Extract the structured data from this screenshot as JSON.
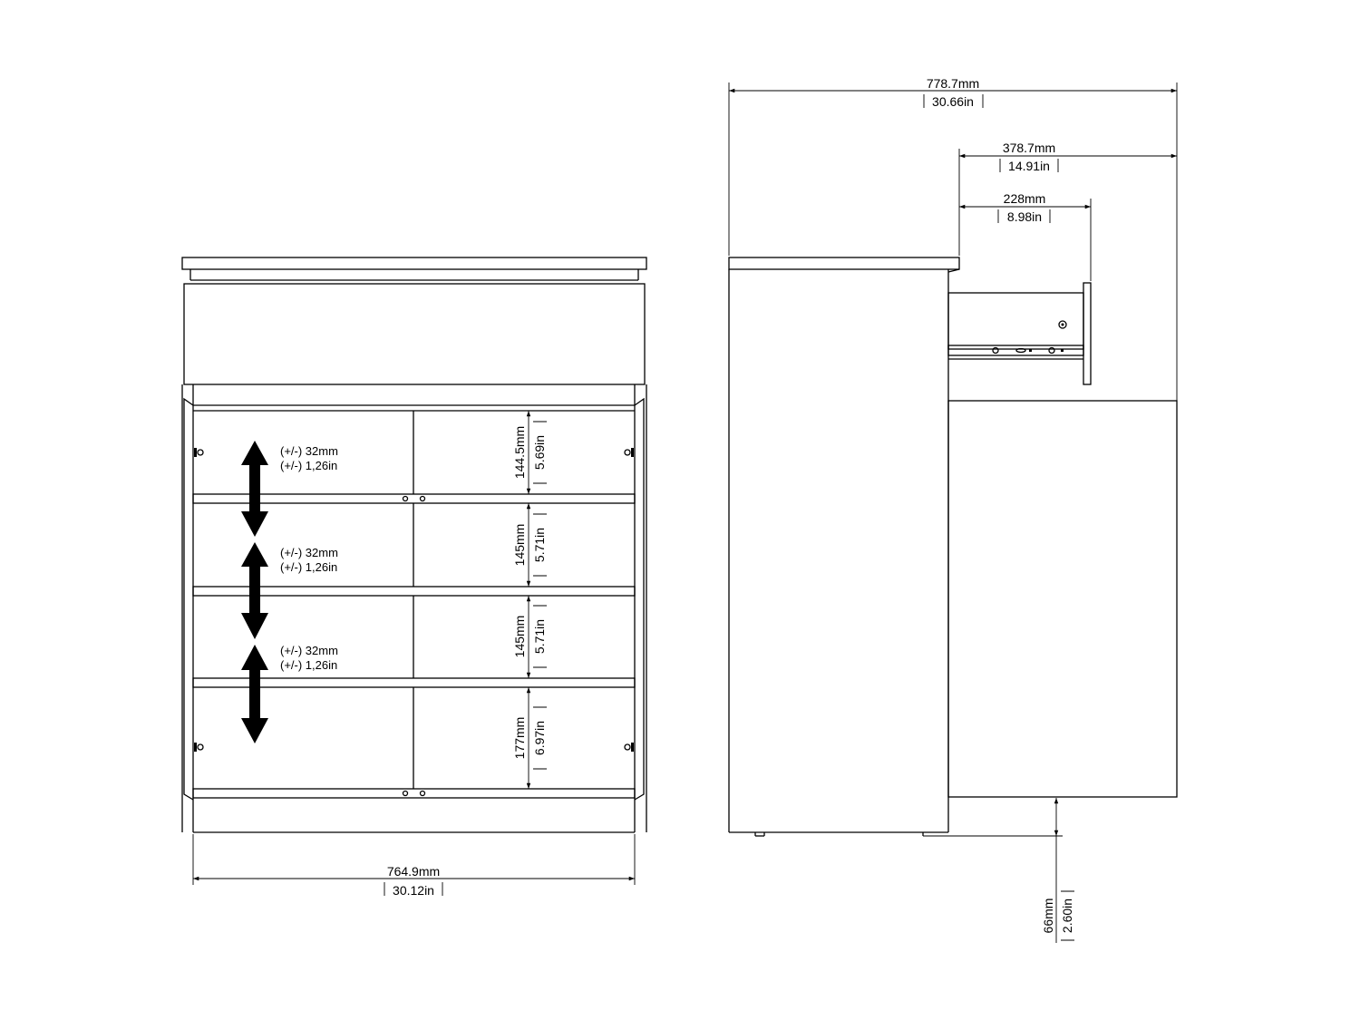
{
  "front_view": {
    "total_width_mm": "764.9mm",
    "total_width_in": "30.12in",
    "shelf_adjust": [
      {
        "mm": "(+/-) 32mm",
        "in": "(+/-) 1,26in"
      },
      {
        "mm": "(+/-) 32mm",
        "in": "(+/-) 1,26in"
      },
      {
        "mm": "(+/-) 32mm",
        "in": "(+/-) 1,26in"
      }
    ],
    "compartments": [
      {
        "mm": "144.5mm",
        "in": "5.69in"
      },
      {
        "mm": "145mm",
        "in": "5.71in"
      },
      {
        "mm": "145mm",
        "in": "5.71in"
      },
      {
        "mm": "177mm",
        "in": "6.97in"
      }
    ]
  },
  "side_view": {
    "total_depth_mm": "778.7mm",
    "total_depth_in": "30.66in",
    "drawer_extension_mm": "378.7mm",
    "drawer_extension_in": "14.91in",
    "drawer_depth_mm": "228mm",
    "drawer_depth_in": "8.98in",
    "plinth_height_mm": "66mm",
    "plinth_height_in": "2.60in"
  }
}
